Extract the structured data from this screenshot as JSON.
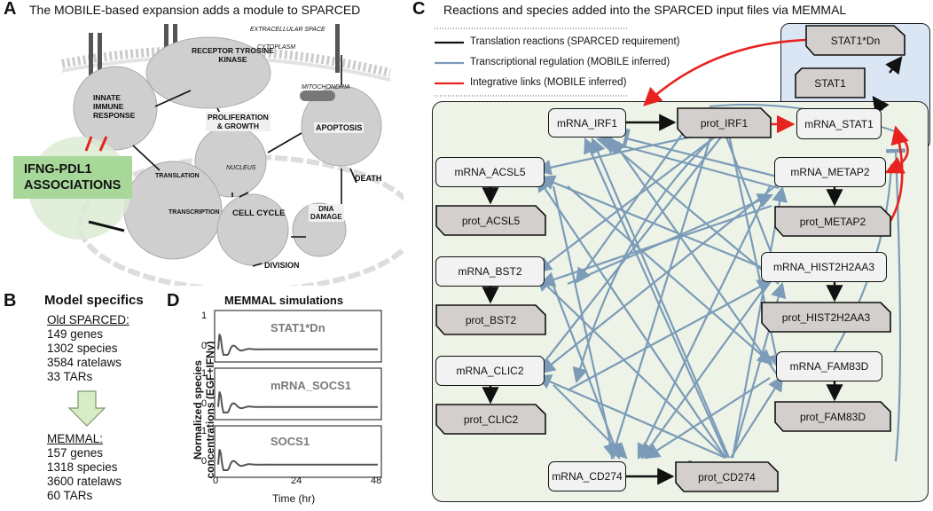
{
  "panels": {
    "a": {
      "letter": "A",
      "title": "The MOBILE-based expansion adds a module to SPARCED",
      "labels": {
        "extracellular": "EXTRACELLULAR SPACE",
        "cytoplasm": "CYTOPLASM",
        "mitochondria": "MITOCHONDRIA",
        "nucleus": "NUCLEUS",
        "innate": [
          "INNATE",
          "IMMUNE",
          "RESPONSE"
        ],
        "rtk": [
          "RECEPTOR TYROSINE",
          "KINASE"
        ],
        "prolif": [
          "PROLIFERATION",
          "& GROWTH"
        ],
        "apoptosis": "APOPTOSIS",
        "death": "DEATH",
        "translation": "TRANSLATION",
        "transcription": "TRANSCRIPTION",
        "cellcycle": "CELL CYCLE",
        "dna": [
          "DNA",
          "DAMAGE"
        ],
        "division": "DIVISION",
        "ifng": [
          "IFNG-PDL1",
          "ASSOCIATIONS"
        ]
      }
    },
    "b": {
      "letter": "B",
      "title": "Model specifics",
      "old_header": "Old SPARCED:",
      "old_lines": [
        "149 genes",
        "1302 species",
        "3584 ratelaws",
        "33 TARs"
      ],
      "new_header": "MEMMAL:",
      "new_lines": [
        "157 genes",
        "1318 species",
        "3600 ratelaws",
        "60 TARs"
      ]
    },
    "c": {
      "letter": "C",
      "title": "Reactions and species added into the SPARCED input files via MEMMAL",
      "legend": [
        {
          "label": "Translation reactions (SPARCED requirement)",
          "color": "#111111"
        },
        {
          "label": "Transcriptional regulation (MOBILE inferred)",
          "color": "#7b9bb8"
        },
        {
          "label": "Integrative links (MOBILE inferred)",
          "color": "#e8231f"
        }
      ],
      "nodes": {
        "mRNA_IRF1": "mRNA_IRF1",
        "prot_IRF1": "prot_IRF1",
        "mRNA_STAT1": "mRNA_STAT1",
        "STAT1Dn": "STAT1*Dn",
        "STAT1": "STAT1",
        "mRNA_ACSL5": "mRNA_ACSL5",
        "prot_ACSL5": "prot_ACSL5",
        "mRNA_BST2": "mRNA_BST2",
        "prot_BST2": "prot_BST2",
        "mRNA_CLIC2": "mRNA_CLIC2",
        "prot_CLIC2": "prot_CLIC2",
        "mRNA_METAP2": "mRNA_METAP2",
        "prot_METAP2": "prot_METAP2",
        "mRNA_HIST2H2AA3": "mRNA_HIST2H2AA3",
        "prot_HIST2H2AA3": "prot_HIST2H2AA3",
        "mRNA_FAM83D": "mRNA_FAM83D",
        "prot_FAM83D": "prot_FAM83D",
        "mRNA_CD274": "mRNA_CD274",
        "prot_CD274": "prot_CD274"
      }
    },
    "d": {
      "letter": "D",
      "title": "MEMMAL simulations",
      "ylabel": [
        "Normalized species",
        "concentrations (EGF+IFNγ)"
      ],
      "xlabel": "Time (hr)",
      "xticks": [
        "0",
        "24",
        "48"
      ],
      "yticks": [
        "0",
        "1"
      ],
      "subplots": [
        "STAT1*Dn",
        "mRNA_SOCS1",
        "SOCS1"
      ]
    }
  },
  "colors": {
    "blue_edge": "#7b9bb8",
    "red_edge": "#e8231f",
    "green_bg": "#edf3e6",
    "blue_bg": "#dbe6f4",
    "prot_fill": "#d3cfcc"
  }
}
